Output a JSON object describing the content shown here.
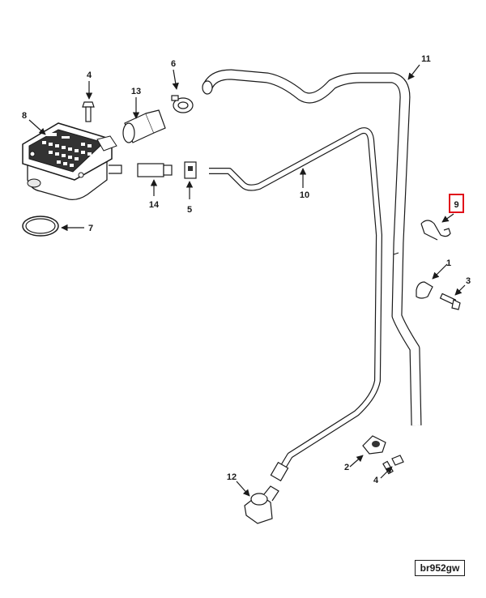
{
  "callouts": {
    "c1": "1",
    "c2": "2",
    "c3": "3",
    "c4a": "4",
    "c4b": "4",
    "c5": "5",
    "c6": "6",
    "c7": "7",
    "c8": "8",
    "c9": "9",
    "c10": "10",
    "c11": "11",
    "c12": "12",
    "c13": "13",
    "c14": "14"
  },
  "highlighted_callout": "9",
  "highlight_color": "#e0101a",
  "reference_code": "br952gw"
}
